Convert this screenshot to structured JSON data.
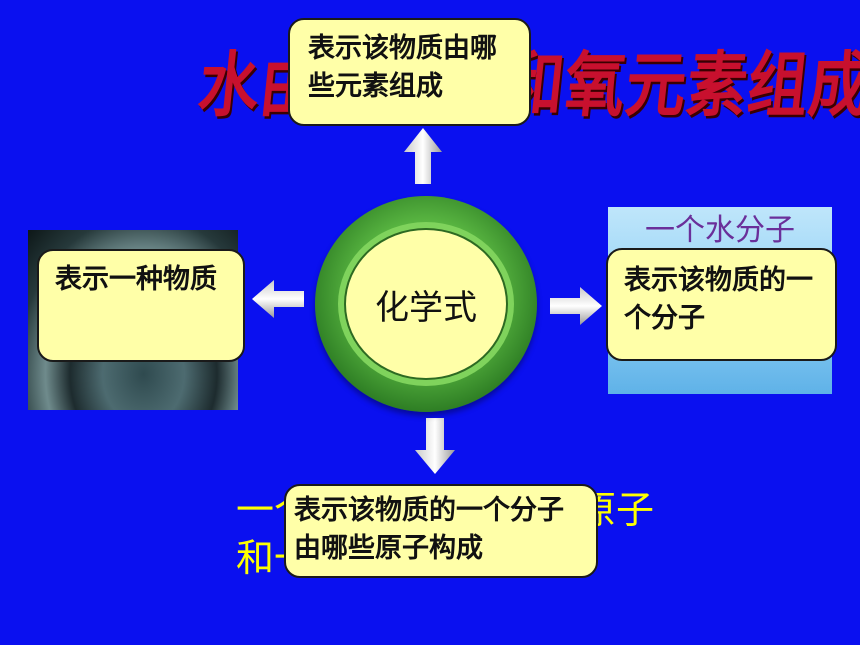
{
  "background_title": "水由氢元素和氧元素组成",
  "center": {
    "label": "化学式"
  },
  "callouts": {
    "top": "表示该物质由哪些元素组成",
    "left": "表示一种物质",
    "right": "表示该物质的一个分子",
    "bottom": "表示该物质的一个分子由哪些原子构成"
  },
  "right_panel": {
    "caption": "一个水分子"
  },
  "bottom_background": {
    "line1": "一个水分子由两个氢原子",
    "line2": "和一个氧原子构成"
  },
  "colors": {
    "background": "#0A10F0",
    "callout_fill": "#FFFFA8",
    "ring_green": "#57b340",
    "title_red": "#C8102E",
    "bottom_text": "#FFFF00"
  },
  "icons": [
    "arrow-up-icon",
    "arrow-left-icon",
    "arrow-right-icon",
    "arrow-down-icon"
  ]
}
